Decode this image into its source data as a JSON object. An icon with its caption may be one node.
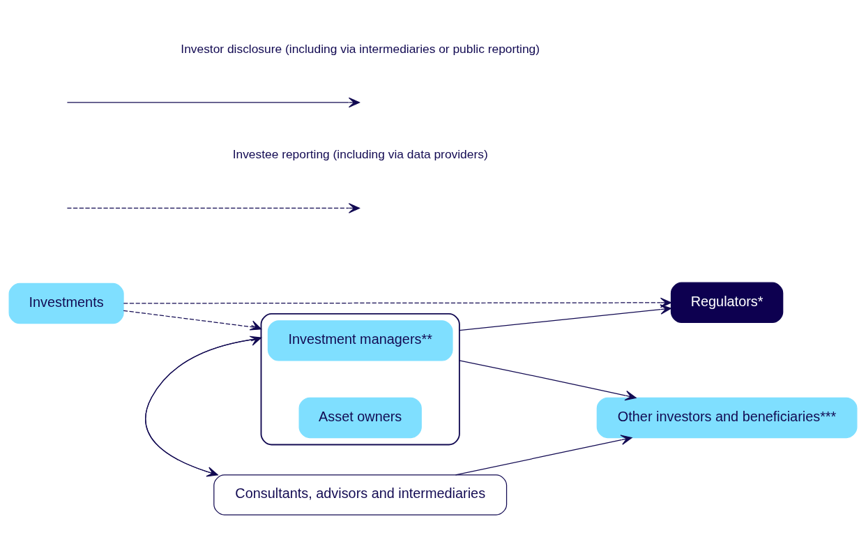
{
  "diagram": {
    "nodes": [
      {
        "text": [
          "Regulators*"
        ]
      },
      {
        "text": [
          "Investments"
        ]
      },
      {
        "text": [],
        "shape": "box"
      },
      {
        "text": [
          "Investment managers**"
        ],
        "in": 2
      },
      {
        "text": [
          "Asset owners"
        ],
        "in": 2
      },
      {
        "text": [
          "Other investors and beneficiaries***"
        ]
      },
      {
        "text": [
          "Consultants, advisors and intermediaries"
        ]
      }
    ],
    "edges": [
      {
        "from": 1,
        "to": 0,
        "arrow": "to",
        "style": "dashed"
      },
      {
        "from": 1,
        "to": 2,
        "arrow": "to",
        "style": "dashed"
      },
      {
        "from": 2,
        "to": 0,
        "arrow": "to"
      },
      {
        "from": 2,
        "to": 5,
        "arrow": "to"
      },
      {
        "from": 2,
        "to": 6,
        "arrow": "to"
      },
      {
        "from": 6,
        "to": 2,
        "arrow": "to"
      },
      {
        "from": 6,
        "to": 5,
        "arrow": "to"
      }
    ],
    "legend": [
      {
        "text": "Investor disclosure (including via intermediaries or public reporting)"
      },
      {
        "text": "Investee reporting (including via data providers)"
      }
    ]
  }
}
